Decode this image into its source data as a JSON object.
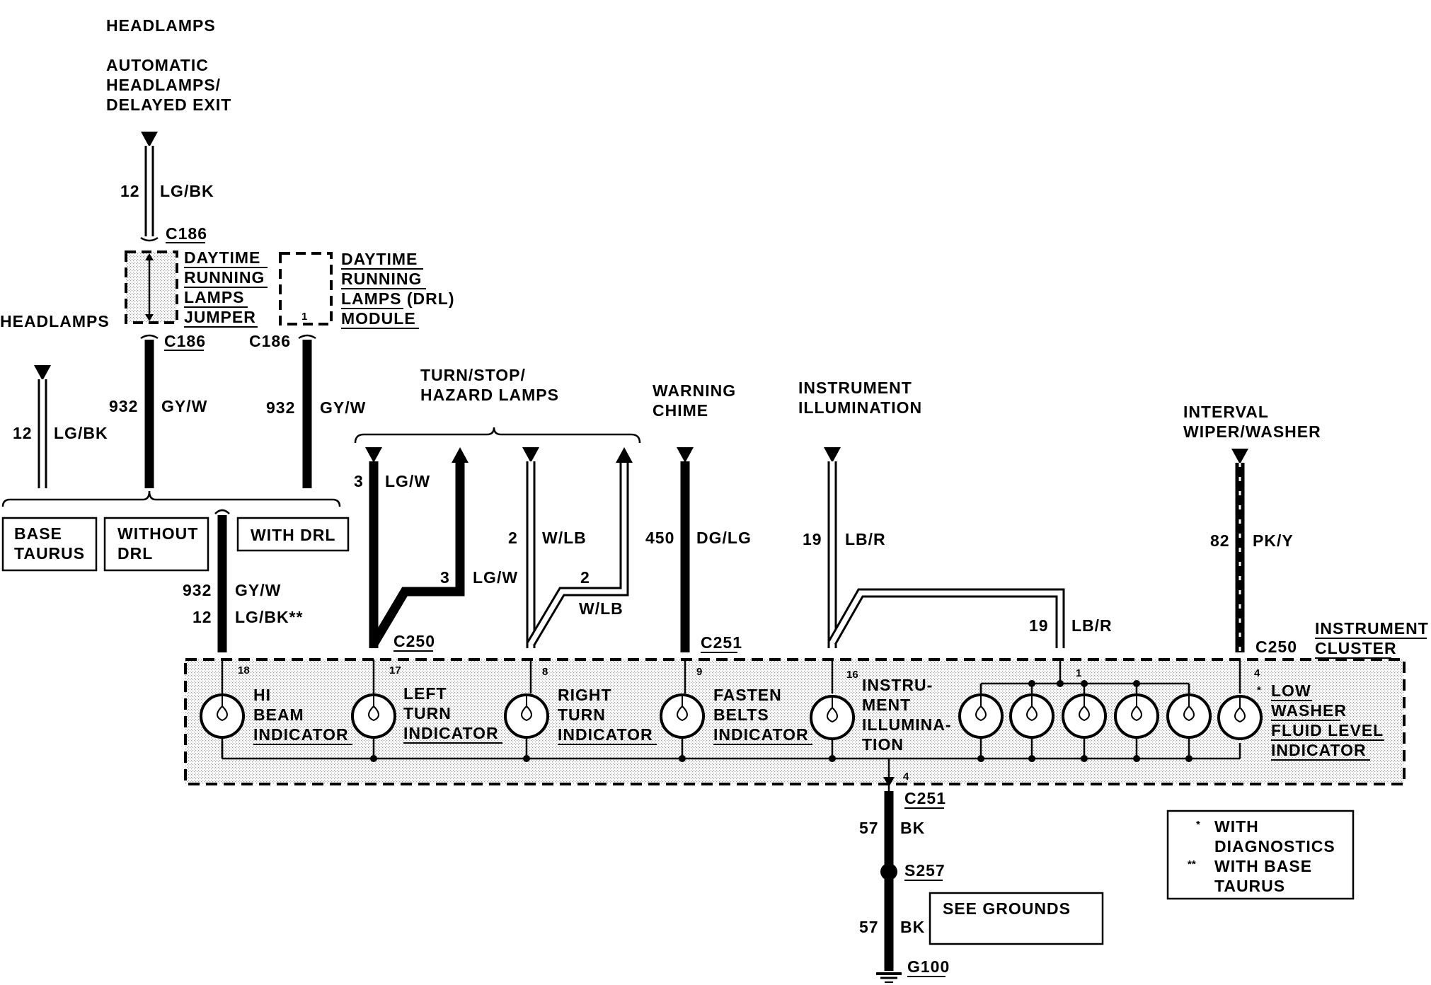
{
  "headlamps": {
    "top_title": "HEADLAMPS",
    "auto_line1": "AUTOMATIC",
    "auto_line2": "HEADLAMPS/",
    "auto_line3": "DELAYED EXIT",
    "left_title": "HEADLAMPS"
  },
  "wires": {
    "w12_top": {
      "num": "12",
      "color": "LG/BK"
    },
    "w932_a": {
      "num": "932",
      "color": "GY/W"
    },
    "w932_b": {
      "num": "932",
      "color": "GY/W"
    },
    "w12_left": {
      "num": "12",
      "color": "LG/BK"
    },
    "w932_c": {
      "num": "932",
      "color": "GY/W"
    },
    "w12_c": {
      "num": "12",
      "color": "LG/BK**"
    },
    "w3_a": {
      "num": "3",
      "color": "LG/W"
    },
    "w3_b": {
      "num": "3",
      "color": "LG/W"
    },
    "w2_a": {
      "num": "2",
      "color": "W/LB"
    },
    "w2_b": {
      "num": "2",
      "color": "W/LB"
    },
    "w450": {
      "num": "450",
      "color": "DG/LG"
    },
    "w19_a": {
      "num": "19",
      "color": "LB/R"
    },
    "w19_b": {
      "num": "19",
      "color": "LB/R"
    },
    "w82": {
      "num": "82",
      "color": "PK/Y"
    },
    "w57_a": {
      "num": "57",
      "color": "BK"
    },
    "w57_b": {
      "num": "57",
      "color": "BK"
    }
  },
  "connectors": {
    "c186_top": "C186",
    "c186_left": "C186",
    "c186_right": "C186",
    "c250_left": "C250",
    "c251_top": "C251",
    "c250_right": "C250",
    "c251_bottom": "C251",
    "s257": "S257",
    "g100": "G100"
  },
  "drl_jumper": {
    "line1": "DAYTIME",
    "line2": "RUNNING",
    "line3": "LAMPS",
    "line4": "JUMPER"
  },
  "drl_module": {
    "line1": "DAYTIME",
    "line2": "RUNNING",
    "line3": "LAMPS (DRL)",
    "line4": "MODULE",
    "pin": "1"
  },
  "variants": {
    "base_line1": "BASE",
    "base_line2": "TAURUS",
    "without_line1": "WITHOUT",
    "without_line2": "DRL",
    "with_drl": "WITH DRL"
  },
  "sources": {
    "turn_line1": "TURN/STOP/",
    "turn_line2": "HAZARD LAMPS",
    "chime_line1": "WARNING",
    "chime_line2": "CHIME",
    "illum_line1": "INSTRUMENT",
    "illum_line2": "ILLUMINATION",
    "wiper_line1": "INTERVAL",
    "wiper_line2": "WIPER/WASHER"
  },
  "cluster": {
    "title_line1": "INSTRUMENT",
    "title_line2": "CLUSTER",
    "pins": {
      "p18": "18",
      "p17": "17",
      "p8": "8",
      "p9": "9",
      "p16": "16",
      "p1": "1",
      "p4": "4",
      "p4b": "4"
    },
    "hi_beam": [
      "HI",
      "BEAM",
      "INDICATOR"
    ],
    "left_turn": [
      "LEFT",
      "TURN",
      "INDICATOR"
    ],
    "right_turn": [
      "RIGHT",
      "TURN",
      "INDICATOR"
    ],
    "fasten_belts": [
      "FASTEN",
      "BELTS",
      "INDICATOR"
    ],
    "illumination": [
      "INSTRU-",
      "MENT",
      "ILLUMINA-",
      "TION"
    ],
    "low_washer_star": "*",
    "low_washer": [
      "LOW",
      "WASHER",
      "FLUID LEVEL",
      "INDICATOR"
    ]
  },
  "grounds": {
    "see_grounds": "SEE GROUNDS"
  },
  "legend": {
    "star1": "*",
    "line1": "WITH",
    "line2": "DIAGNOSTICS",
    "star2": "**",
    "line3": "WITH BASE",
    "line4": "TAURUS"
  }
}
